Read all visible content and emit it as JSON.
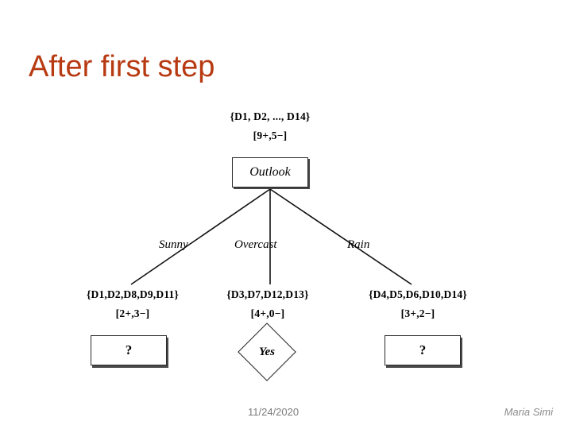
{
  "slide": {
    "title": "After first step",
    "title_color": "#b73a12",
    "background": "#ffffff"
  },
  "tree": {
    "root": {
      "set": "{D1, D2, ..., D14}",
      "counts": "[9+,5−]",
      "test_attribute": "Outlook"
    },
    "branches": [
      {
        "label": "Sunny",
        "set": "{D1,D2,D8,D9,D11}",
        "counts": "[2+,3−]",
        "leaf": "?",
        "leaf_shape": "rectangle"
      },
      {
        "label": "Overcast",
        "set": "{D3,D7,D12,D13}",
        "counts": "[4+,0−]",
        "leaf": "Yes",
        "leaf_shape": "diamond"
      },
      {
        "label": "Rain",
        "set": "{D4,D5,D6,D10,D14}",
        "counts": "[3+,2−]",
        "leaf": "?",
        "leaf_shape": "rectangle"
      }
    ]
  },
  "footer": {
    "date": "11/24/2020",
    "author": "Maria Simi"
  }
}
